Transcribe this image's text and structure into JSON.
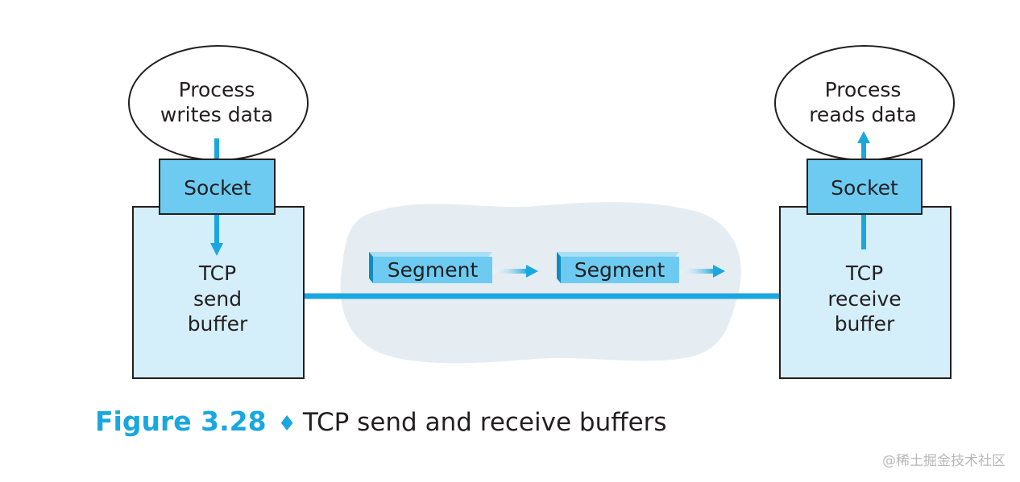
{
  "colors": {
    "accent": "#1aa7df",
    "buffer_fill": "#d4eefa",
    "socket_fill": "#6dcbf1",
    "network_fill": "#e6edf2",
    "ink": "#231f20"
  },
  "sender": {
    "process": [
      "Process",
      "writes data"
    ],
    "socket": "Socket",
    "buffer": [
      "TCP",
      "send",
      "buffer"
    ]
  },
  "receiver": {
    "process": [
      "Process",
      "reads data"
    ],
    "socket": "Socket",
    "buffer": [
      "TCP",
      "receive",
      "buffer"
    ]
  },
  "network": {
    "segments": [
      "Segment",
      "Segment"
    ]
  },
  "caption": {
    "figure": "Figure 3.28",
    "separator": "♦",
    "title": "TCP send and receive buffers"
  },
  "watermark": "@稀土掘金技术社区"
}
